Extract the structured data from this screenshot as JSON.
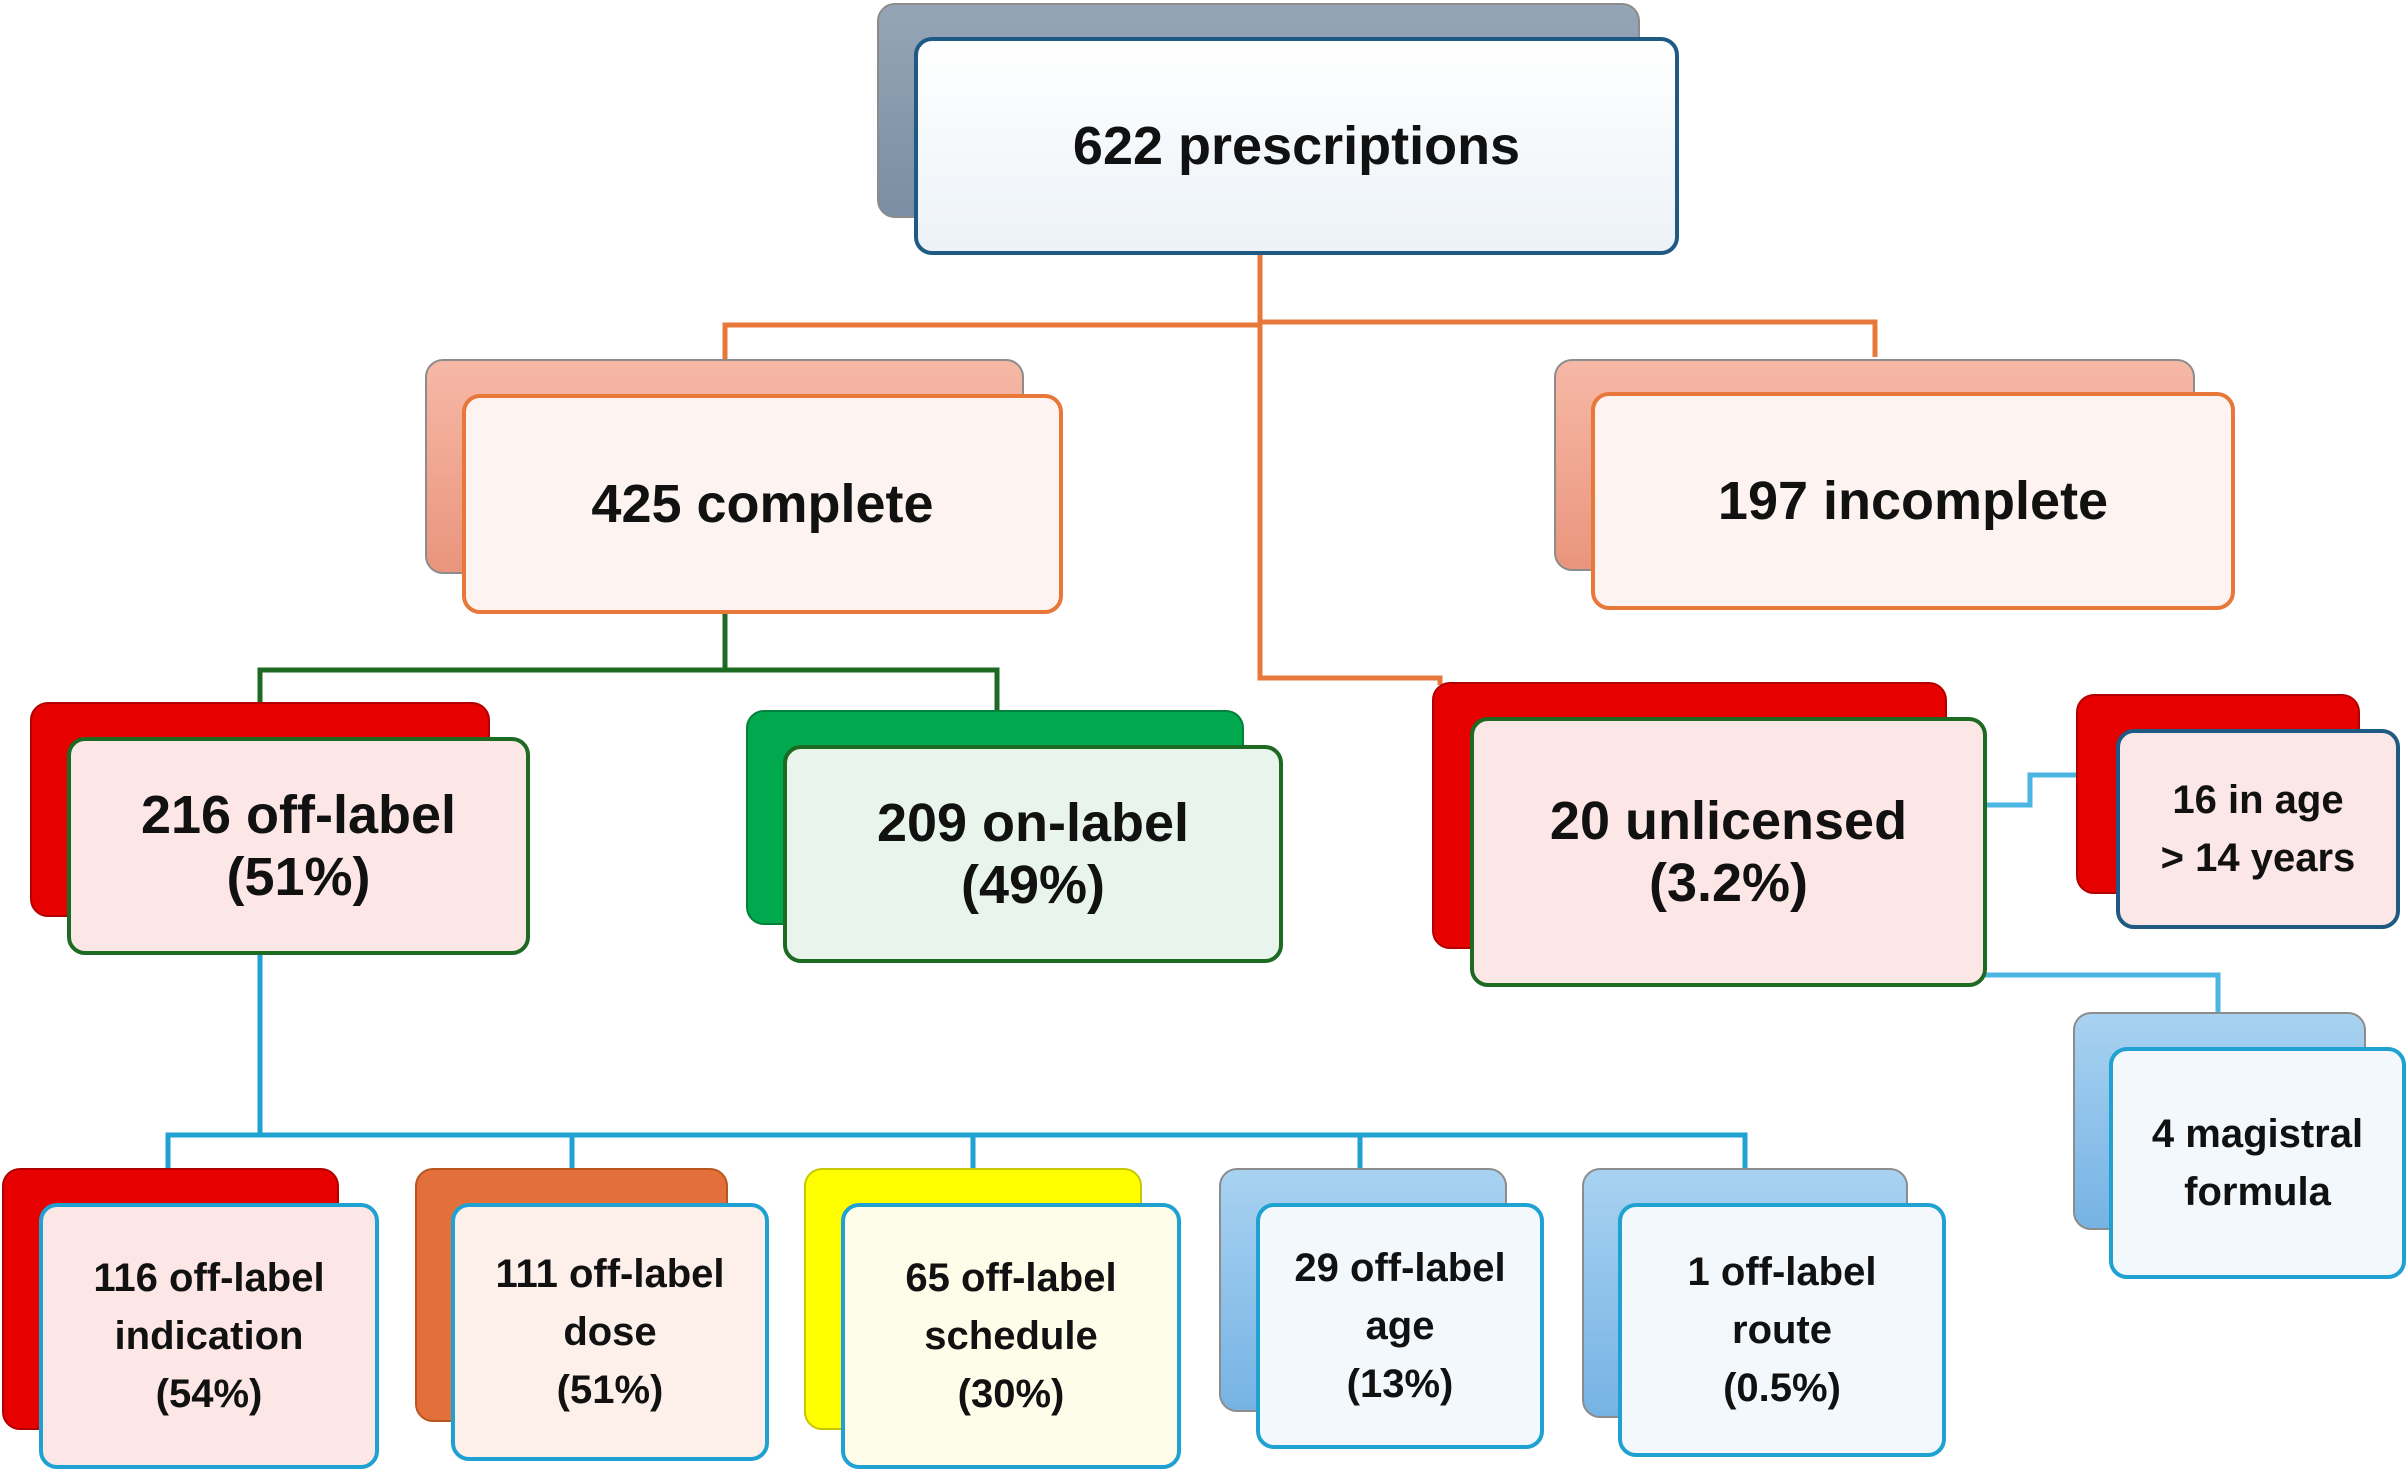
{
  "colors": {
    "orange_line": "#e8773a",
    "green_line": "#1d6b22",
    "blue_line": "#1fa2d2",
    "light_blue_line": "#4cb6e2",
    "navy_border": "#1e5a84",
    "red": "#e60000",
    "green": "#00a84e",
    "dark_orange": "#e3703a",
    "yellow": "#ffff00",
    "light_blue": "#8ec3ea",
    "salmon": "#eea08b",
    "slate": "#8a9db0"
  },
  "nodes": {
    "root": {
      "line1": "622 prescriptions"
    },
    "complete": {
      "line1": "425 complete"
    },
    "incomplete": {
      "line1": "197 incomplete"
    },
    "off_label": {
      "line1": "216 off-label",
      "line2": "(51%)"
    },
    "on_label": {
      "line1": "209 on-label",
      "line2": "(49%)"
    },
    "unlicensed": {
      "line1": "20 unlicensed",
      "line2": "(3.2%)"
    },
    "age_over_14": {
      "line1": "16 in age",
      "line2": "> 14 years"
    },
    "magistral": {
      "line1": "4 magistral",
      "line2": "formula"
    },
    "indication": {
      "line1": "116 off-label",
      "line2": "indication",
      "line3": "(54%)"
    },
    "dose": {
      "line1": "111 off-label",
      "line2": "dose",
      "line3": "(51%)"
    },
    "schedule": {
      "line1": "65 off-label",
      "line2": "schedule",
      "line3": "(30%)"
    },
    "age": {
      "line1": "29 off-label",
      "line2": "age",
      "line3": "(13%)"
    },
    "route": {
      "line1": "1 off-label",
      "line2": "route",
      "line3": "(0.5%)"
    }
  }
}
